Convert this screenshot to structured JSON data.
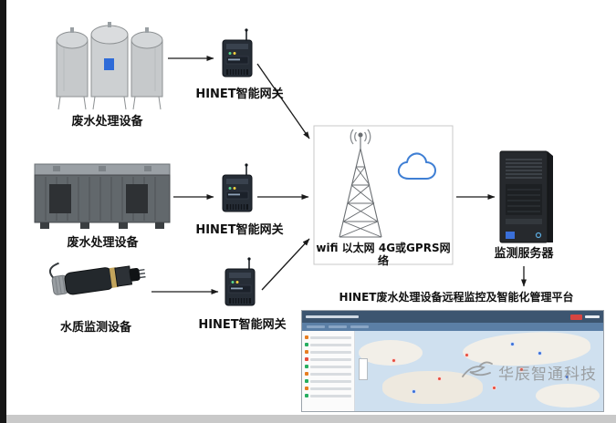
{
  "diagram": {
    "devices": [
      {
        "id": "wastewater-tanks",
        "label": "废水处理设备"
      },
      {
        "id": "wastewater-plant",
        "label": "废水处理设备"
      },
      {
        "id": "water-quality-sensor",
        "label": "水质监测设备"
      }
    ],
    "gateways": [
      {
        "label": "HINET智能网关"
      },
      {
        "label": "HINET智能网关"
      },
      {
        "label": "HINET智能网关"
      }
    ],
    "network": {
      "label": "wifi 以太网 4G或GPRS网络"
    },
    "server": {
      "label": "监测服务器"
    },
    "platform": {
      "title": "HINET废水处理设备远程监控及智能化管理平台"
    },
    "watermark": {
      "text": "华辰智通科技"
    },
    "colors": {
      "cloud_stroke": "#3f7fd4",
      "app_header": "#3c5570",
      "map_water": "#cfe0ef",
      "arrow": "#1a1a1a"
    }
  }
}
